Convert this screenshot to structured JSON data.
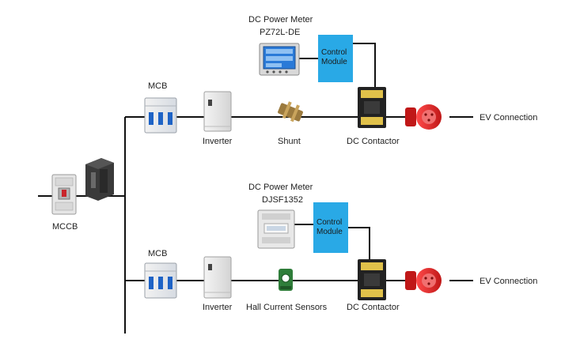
{
  "labels": {
    "mccb": "MCCB",
    "top": {
      "mcb": "MCB",
      "inverter": "Inverter",
      "sensor": "Shunt",
      "contactor": "DC Contactor",
      "meter_title": "DC Power Meter",
      "meter_model": "PZ72L-DE",
      "control_line1": "Control",
      "control_line2": "Module",
      "ev": "EV Connection"
    },
    "bottom": {
      "mcb": "MCB",
      "inverter": "Inverter",
      "sensor": "Hall Current Sensors",
      "contactor": "DC Contactor",
      "meter_title": "DC Power Meter",
      "meter_model": "DJSF1352",
      "control_line1": "Control",
      "control_line2": "Module",
      "ev": "EV Connection"
    }
  },
  "colors": {
    "wire": "#111111",
    "control_module": "#29a9e6",
    "ev_plug": "#e3262b",
    "mcb_blue": "#1e63c6",
    "meter_screen": "#2a7ad8",
    "contactor": "#222222"
  },
  "icons": {
    "mccb": "molded-case-breaker-icon",
    "mcb": "miniature-breaker-icon",
    "inverter": "inverter-icon",
    "shunt": "shunt-icon",
    "hall_sensor": "hall-sensor-icon",
    "contactor": "dc-contactor-icon",
    "ev_plug": "ev-plug-icon",
    "meter_panel": "panel-meter-icon",
    "meter_din": "din-rail-meter-icon"
  }
}
